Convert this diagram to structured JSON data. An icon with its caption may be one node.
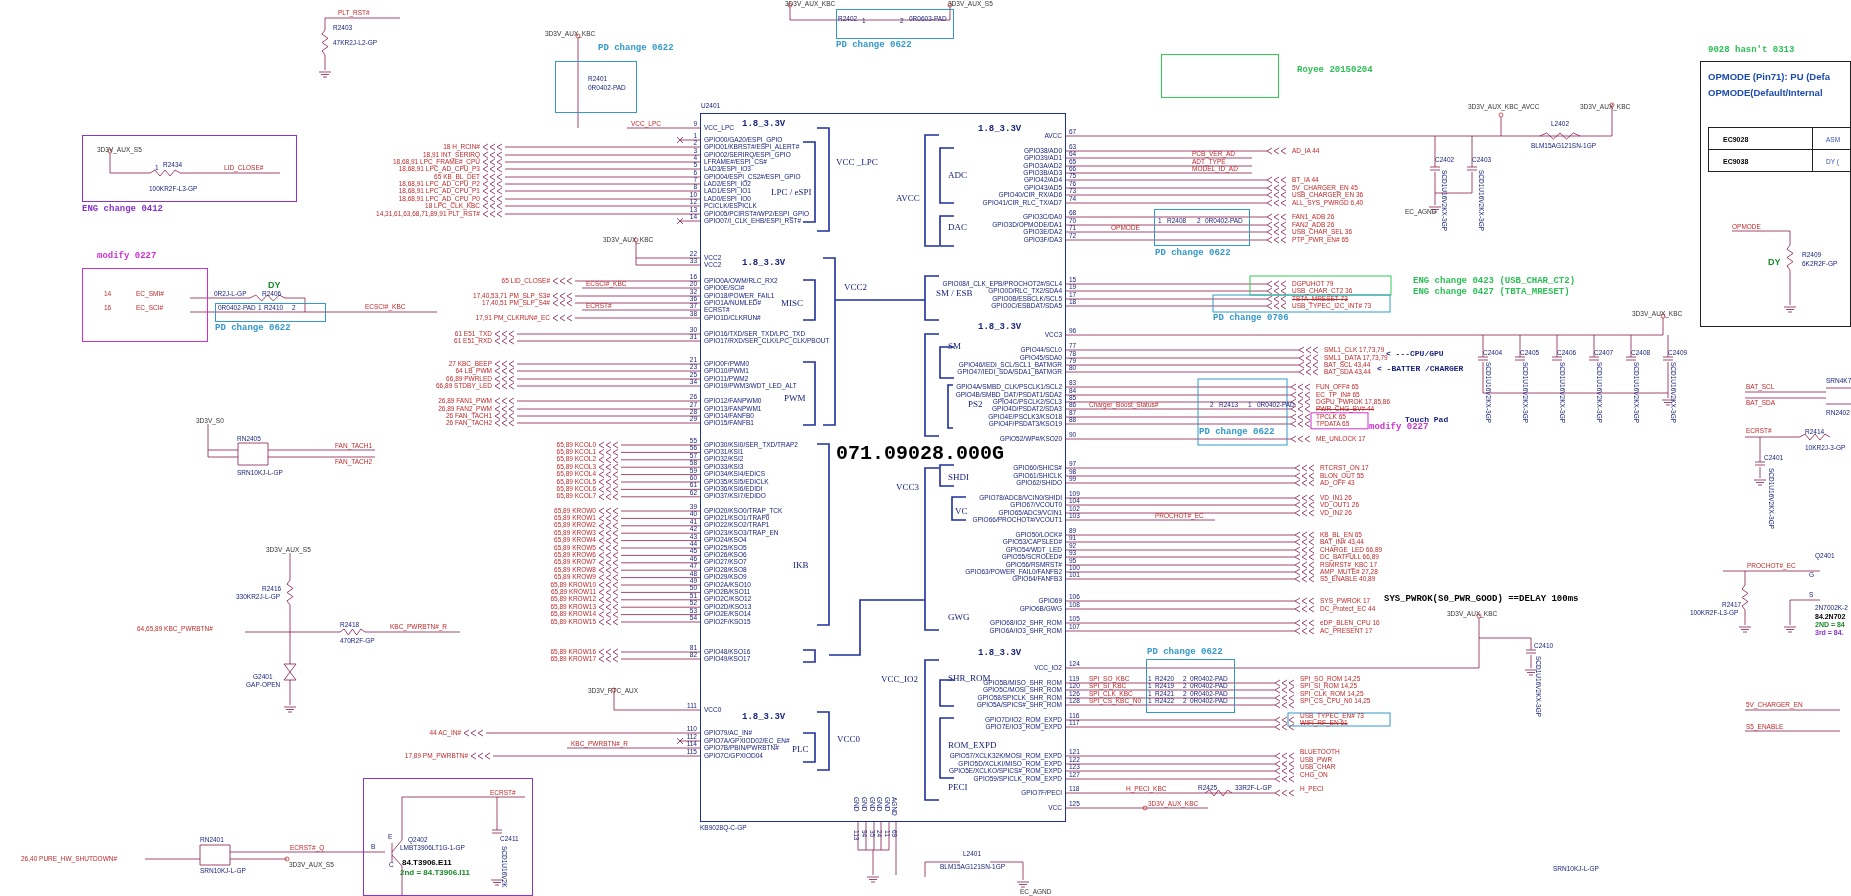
{
  "diagram": {
    "nodes": [
      {
        "text": [
          "U2401",
          "VCC_LPC",
          "GPIO00/GA20/ESPI_GPIO",
          "GPIO01/KBRST#/ESPI_ALERT#",
          "GPIO02/SERIRQ/ESPI_GPIO",
          "LFRAME#/ESPI_CS#",
          "LAD3/ESPI_IO3",
          "GPIO04/ESPI_CS2#/ESPI_GPIO",
          "LAD2/ESPI_IO2",
          "LAD1/ESPI_IO1",
          "LAD0/ESPI_IO0",
          "PCICLK/ESPICLK",
          "GPIO05/PCIRST#/WP2/ESPI_GPIO",
          "GPIO07/I_CLK_EHB/ESPI_RST#",
          "VCC2",
          "VCC2",
          "GPIO0A/OWM/RLC_RX2",
          "GPIO0E/SCI#",
          "GPIO18/POWER_FAIL1",
          "GPIO1A/NUMLED#",
          "ECRST#",
          "GPIO1D/CLKRUN#",
          "GPIO16/TXD/SER_TXD/LPC_TXD",
          "GPIO17/RXD/SER_CLK/LPC_CLK/PBOUT",
          "GPIO0F/PWM0",
          "GPIO10/PWM1",
          "GPIO11/PWM2",
          "GPIO19/PWM3/WDT_LED_ALT",
          "GPIO12/FANPWM0",
          "GPIO13/FANPWM1",
          "GPIO14/FANFB0",
          "GPIO15/FANFB1",
          "GPIO30/KSI0/SER_TXD/TRAP2",
          "GPIO31/KSI1",
          "GPIO32/KSI2",
          "GPIO33/KSI3",
          "GPIO34/KSI4/EDICS",
          "GPIO35/KSI5/EDICLK",
          "GPIO36/KSI6/EDIDI",
          "GPIO37/KSI7/EDIDO",
          "GPIO20/KSO0/TRAP_TCK",
          "GPIO21/KSO1/TRAP0",
          "GPIO22/KSO2/TRAP1",
          "GPIO23/KSO3/TRAP_EN",
          "GPIO24/KSO4",
          "GPIO25/KSO5",
          "GPIO26/KSO6",
          "GPIO27/KSO7",
          "GPIO28/KSO8",
          "GPIO29/KSO9",
          "GPIO2A/KSO10",
          "GPIO2B/KSO11",
          "GPIO2C/KSO12",
          "GPIO2D/KSO13",
          "GPIO2E/KSO14",
          "GPIO2F/KSO15",
          "GPIO48/KSO16",
          "GPIO49/KSO17",
          "VCC0",
          "GPIO79/AC_IN#",
          "GPIO7A/GPXIOD02/EC_EN#",
          "GPIO7B/PBIN/PWRBTN#",
          "GPIO7C/GPXIOD04",
          "AVCC",
          "GPIO38/AD0",
          "GPIO39/AD1",
          "GPIO3A/AD2",
          "GPIO3B/AD3",
          "GPIO42/AD4",
          "GPIO43/AD5",
          "GPIO40/CIR_RX/AD6",
          "GPIO41/CIR_RLC_TX/AD7",
          "GPIO3C/DA0",
          "GPIO3D/OPMODE/DA1",
          "GPIO3E/DA2",
          "GPIO3F/DA3",
          "GPIO08/I_CLK_EPB/PROCHOT2#/SCL4",
          "GPIO0D/RLC_TX2/SDA4",
          "GPIO0B/ESBCLK/SCL5",
          "GPIO0C/ESBDAT/SDA5",
          "VCC3",
          "GPIO44/SCL0",
          "GPIO45/SDA0",
          "GPIO46/IEDI_SCL/SCL1_BATMGR",
          "GPIO47/IEDI_SDA/SDA1_BATMGR",
          "GPIO4A/SMBD_CLK/PSCLK1/SCL2",
          "GPIO4B/SMBD_DAT/PSDAT1/SDA2",
          "GPIO4C/PSCLK2/SCL3",
          "GPIO4D/PSDAT2/SDA3",
          "GPIO4E/PSCLK3/KSO18",
          "GPIO4F/PSDAT3/KSO19",
          "GPIO52/WP#/KSO20",
          "GPIO60/SHICS#",
          "GPIO61/SHICLK",
          "GPIO62/SHIDO",
          "GPIO78/ADC8/VCIN0/SHIDI",
          "GPIO67/VCOUT0",
          "GPIO65/ADC9/VCIN1",
          "GPIO66/PROCHOT#/VCOUT1",
          "GPIO50/LOCK#",
          "GPIO53/CAPSLED#",
          "GPIO54/WDT_LED",
          "GPIO55/SCROLED#",
          "GPIO56/RSMRST#",
          "GPIO63/POWER_FAIL0/FANFB2",
          "GPIO64/FANFB3",
          "GPIO69",
          "GPIO6B/GWG",
          "GPIO68/IO2_SHR_ROM",
          "GPIO6A/IO3_SHR_ROM",
          "VCC_IO2",
          "GPIO5B/MISO_SHR_ROM",
          "GPIO5C/MOSI_SHR_ROM",
          "GPIO58/SPICLK_SHR_ROM",
          "GPIO5A/SPICS#_SHR_ROM",
          "GPIO7D/IO2_ROM_EXPD",
          "GPIO7E/IO3_ROM_EXPD",
          "GPIO57/XCLK32K/MOSI_ROM_EXPD",
          "GPIO5D/XCLKI/MISO_ROM_EXPD",
          "GPIO5E/XCLKO/SPICS#_ROM_EXPD",
          "GPIO59/SPICLK_ROM_EXPD",
          "GPIO7F/PECI",
          "VCC",
          "1.8_3.3V",
          "1.8_3.3V",
          "VCC _LPC",
          "ADC",
          "LPC / eSPI",
          "AVCC",
          "DAC",
          "1.8_3.3V",
          "VCC2",
          "SM / ESB",
          "MISC",
          "1.8_3.3V",
          "SM",
          "PWM",
          "PS2",
          "SHDI",
          "VCC3",
          "VC",
          "IKB",
          "GWG",
          "1.8_3.3V",
          "SHR_ROM",
          "VCC_IO2",
          "1.8_3.3V",
          "VCC0",
          "ROM_EXPD",
          "PLC",
          "PECI",
          "071.09028.000G"
        ],
        "beside": [
          "KB9028Q-C-GP"
        ]
      },
      {
        "text": [
          "PD change 0622",
          "R2401",
          "0R0402-PAD"
        ]
      },
      {
        "text": [
          "R2402",
          "1",
          "2",
          "0R0603-PAD",
          "PD change 0622"
        ]
      },
      {
        "text": [],
        "shape": "box",
        "beside": [
          "Royee 20150204"
        ]
      },
      {
        "text": [
          "3D3V_AUX_S5",
          "R2434",
          "1",
          "LID_CLOSE#",
          "100KR2F-L3-GP",
          "ENG change 0412"
        ]
      },
      {
        "text": [
          "modify 0227",
          "14",
          "EC_SMI#",
          "16",
          "EC_SCI#"
        ]
      },
      {
        "text": [
          "0R0402-PAD",
          "1",
          "R2410",
          "2",
          "PD change 0622"
        ]
      },
      {
        "text": [
          "1",
          "R2408",
          "2",
          "0R0402-PAD",
          "PD change 0622"
        ]
      },
      {
        "text": [
          "PD change 0622",
          "1",
          "R2420",
          "2",
          "0R0402-PAD",
          "1",
          "R2419",
          "2",
          "0R0402-PAD",
          "1",
          "R2421",
          "2",
          "0R0402-PAD",
          "1",
          "R2422",
          "2",
          "0R0402-PAD"
        ]
      },
      {
        "text": [
          "ECRST#",
          "E",
          "Q2402",
          "C2411",
          "B",
          "LMBT3906LT1G-1-GP",
          "C",
          "84.T3906.E11",
          "2nd = 84.T3906.I11",
          "SCD1U16V2K"
        ]
      },
      {
        "text": [
          "9028 hasn't 0313",
          "OPMODE (Pin71): PU (Defa",
          "OPMODE(Default/Internal",
          "EC9028",
          "ASM",
          "EC9038",
          "DY (",
          "OPMODE",
          "DY",
          "R2409",
          "6K2R2F-GP"
        ]
      }
    ],
    "labels": [
      "9",
      "1",
      "2",
      "3",
      "4",
      "5",
      "6",
      "7",
      "8",
      "10",
      "12",
      "13",
      "14",
      "22",
      "33",
      "16",
      "20",
      "32",
      "36",
      "37",
      "38",
      "30",
      "31",
      "21",
      "23",
      "25",
      "34",
      "26",
      "27",
      "28",
      "29",
      "55",
      "56",
      "57",
      "58",
      "59",
      "60",
      "61",
      "62",
      "39",
      "40",
      "41",
      "42",
      "43",
      "44",
      "45",
      "46",
      "47",
      "48",
      "49",
      "50",
      "51",
      "52",
      "53",
      "54",
      "81",
      "82",
      "111",
      "110",
      "112",
      "114",
      "115",
      "67",
      "63",
      "64",
      "65",
      "66",
      "75",
      "76",
      "73",
      "74",
      "68",
      "70",
      "71",
      "72",
      "15",
      "19",
      "17",
      "18",
      "96",
      "77",
      "78",
      "79",
      "80",
      "83",
      "84",
      "85",
      "86",
      "87",
      "88",
      "90",
      "97",
      "98",
      "99",
      "109",
      "104",
      "102",
      "103",
      "89",
      "91",
      "92",
      "93",
      "95",
      "100",
      "101",
      "106",
      "108",
      "105",
      "107",
      "124",
      "119",
      "120",
      "126",
      "128",
      "116",
      "117",
      "121",
      "122",
      "123",
      "127",
      "118",
      "125",
      "VCC_LPC",
      "18 H_RCIN#",
      "18,91 INT_SERIRQ",
      "18,68,91 LPC_FRAME#_CPU",
      "18,68,91 LPC_AD_CPU_P3",
      "65 KB_BL_DET",
      "18,68,91 LPC_AD_CPU_P2",
      "18,68,91 LPC_AD_CPU_P1",
      "18,68,91 LPC_AD_CPU_P0",
      "18 LPC_CLK_KBC",
      "14,31,61,63,68,71,89,91 PLT_RST#",
      "65 LID_CLOSE#",
      "ECSCI#_KBC",
      "17,40,53,71 PM_SLP_S3#",
      "17,40,51 PM_SLP_S4#",
      "ECRST#",
      "17,91 PM_CLKRUN#_EC",
      "61 E51_TXD",
      "61 E51_RXD",
      "27 KBC_BEEP",
      "64 LB_PWM",
      "66,89 PWRLED",
      "66,89 STDBY_LED",
      "26,89 FAN1_PWM",
      "26,89 FAN2_PWM",
      "26 FAN_TACH1",
      "26 FAN_TACH2",
      "65,89 KCOL0",
      "65,89 KCOL1",
      "65,89 KCOL2",
      "65,89 KCOL3",
      "65,89 KCOL4",
      "65,89 KCOL5",
      "65,89 KCOL6",
      "65,89 KCOL7",
      "65,89 KROW0",
      "65,89 KROW1",
      "65,89 KROW2",
      "65,89 KROW3",
      "65,89 KROW4",
      "65,89 KROW5",
      "65,89 KROW6",
      "65,89 KROW7",
      "65,89 KROW8",
      "65,89 KROW9",
      "65,89 KROW10",
      "65,89 KROW11",
      "65,89 KROW12",
      "65,89 KROW13",
      "65,89 KROW14",
      "65,89 KROW15",
      "65,89 KROW16",
      "65,89 KROW17",
      "44 AC_IN#",
      "KBC_PWRBTN#_R",
      "17,89 PM_PWRBTN#",
      "AD_IA 44",
      "PCB_VER_AD",
      "ADT_TYPE",
      "MODEL_ID_AD",
      "BT_IA 44",
      "5V_CHARGER_EN 45",
      "USB_CHARGER_EN 36",
      "ALL_SYS_PWRGD 6,40",
      "FAN1_ADB 26",
      "FAN2_ADB 26",
      "OPMODE",
      "USB_CHAR_SEL 36",
      "PTP_PWR_EN# 65",
      "DGPUHOT 79",
      "USB_CHAR_CT2 36",
      "TBTA_MRESET 73",
      "USB_TYPEC_I2C_INT# 73",
      "SML1_CLK 17,73,79",
      "SML1_DATA 17,73,79",
      "BAT_SCL 43,44",
      "BAT_SDA 43,44",
      "FUN_OFF# 65",
      "EC_TP_IN# 65",
      "DGPU_PWROK 17,85,86",
      "Charger_Boost_Status#",
      "PWR_CHG_BV# 44",
      "TPCLK 65",
      "TPDATA 65",
      "ME_UNLOCK 17",
      "RTCRST_ON 17",
      "BLON_OUT 55",
      "AD_OFF 43",
      "VD_IN1 26",
      "VD_OUT1 26",
      "VD_IN2 26",
      "PROCHOT#_EC",
      "KB_BL_EN 65",
      "BAT_IN# 43,44",
      "CHARGE_LED 66,89",
      "DC_BATFULL 66,89",
      "RSMRST#_KBC 17",
      "AMP_MUTE# 27,28",
      "S5_ENABLE 40,89",
      "SYS_PWROK 17",
      "DC_Protect_EC 44",
      "eDP_BLEN_CPU 16",
      "AC_PRESENT 17",
      "SPI_SO_KBC",
      "SPI_SO_ROM 14,25",
      "SPI_SI_KBC",
      "SPI_SI_ROM 14,25",
      "SPI_CLK_KBC",
      "SPI_CLK_ROM 14,25",
      "SPI_CS_KBC_N0",
      "SPI_CS_CPU_N0 14,25",
      "USB_TYPEC_EN# 73",
      "WIFI_RF_EN 61",
      "BLUETOOTH",
      "USB_PWR",
      "USB_CHAR",
      "CHG_ON",
      "H_PECI_KBC",
      "H_PECI",
      "3D3V_AUX_KBC",
      "PLT_RST#",
      "R2403",
      "47KR2J-L2-GP",
      "3D3V_AUX_KBC",
      "3D3V_AUX_KBC",
      "3D3V_AUX_S5",
      "DY",
      "0R2J-L-GP",
      "R2406",
      "ECSCI#_KBC",
      "3D3V_AUX_KBC",
      "3D3V_S0",
      "RN2405",
      "SRN10KJ-L-GP",
      "FAN_TACH1",
      "FAN_TACH2",
      "3D3V_AUX_S5",
      "R2416",
      "330KR2J-L-GP",
      "64,65,89 KBC_PWRBTN#",
      "R2418",
      "470R2F-GP",
      "KBC_PWRBTN#_R",
      "G2401",
      "GAP-OPEN",
      "3D3V_RTC_AUX",
      "26,40 PURE_HW_SHUTDOWN#",
      "RN2401",
      "SRN10KJ-L-GP",
      "ECRST#_Q",
      "3D3V_AUX_S5",
      "GND",
      "GND",
      "GND",
      "GND",
      "GND",
      "AGND",
      "113",
      "94",
      "35",
      "24",
      "11",
      "69",
      "L2401",
      "BLM15AG121SN-1GP",
      "EC_AGND",
      "R2425",
      "33R2F-L-GP",
      "3D3V_AUX_KBC_AVCC",
      "3D3V_AUX_KBC",
      "L2402",
      "BLM15AG121SN-1GP",
      "C2402",
      "C2403",
      "SCD1U16V2KX-3GP",
      "SCD1U16V2KX-3GP",
      "EC_AGND",
      "ENG change 0423 (USB_CHAR_CT2)",
      "ENG change 0427 (TBTA_MRESET)",
      "3D3V_AUX_KBC",
      "C2404",
      "C2405",
      "C2406",
      "C2407",
      "C2408",
      "C2409",
      "SCD1U16V2KX-3GP",
      "SCD1U16V2KX-3GP",
      "SCD1U16V2KX-3GP",
      "SCD1U16V2KX-3GP",
      "SCD1U16V2KX-3GP",
      "SCD1U16V2KX-3GP",
      "< ---CPU/GPU",
      "< -BATTER /CHARGER",
      "Touch Pad",
      "BAT_SCL",
      "BAT_SDA",
      "SRN4K7",
      "RN2402",
      "ECRST#",
      "R2414",
      "10KR2J-3-GP",
      "C2401",
      "SCD1U16V2KX-3GP",
      "SYS_PWROK(S0_PWR_GOOD) ==DELAY 100ms",
      "3D3V_AUX_KBC",
      "C2410",
      "SCD1U16V2KX-3GP",
      "Q2401",
      "PROCHOT#_EC",
      "G",
      "S",
      "R2417",
      "100KR2F-L3-GP",
      "2N7002K-2",
      "84.2N702",
      "2ND = 84",
      "3rd = 84.",
      "5V_CHARGER_EN",
      "S5_ENABLE",
      "SRN10KJ-L-GP",
      "PD change 0706",
      "2",
      "R2413",
      "1",
      "0R0402-PAD",
      "PD change 0622",
      "modify 0227"
    ]
  }
}
